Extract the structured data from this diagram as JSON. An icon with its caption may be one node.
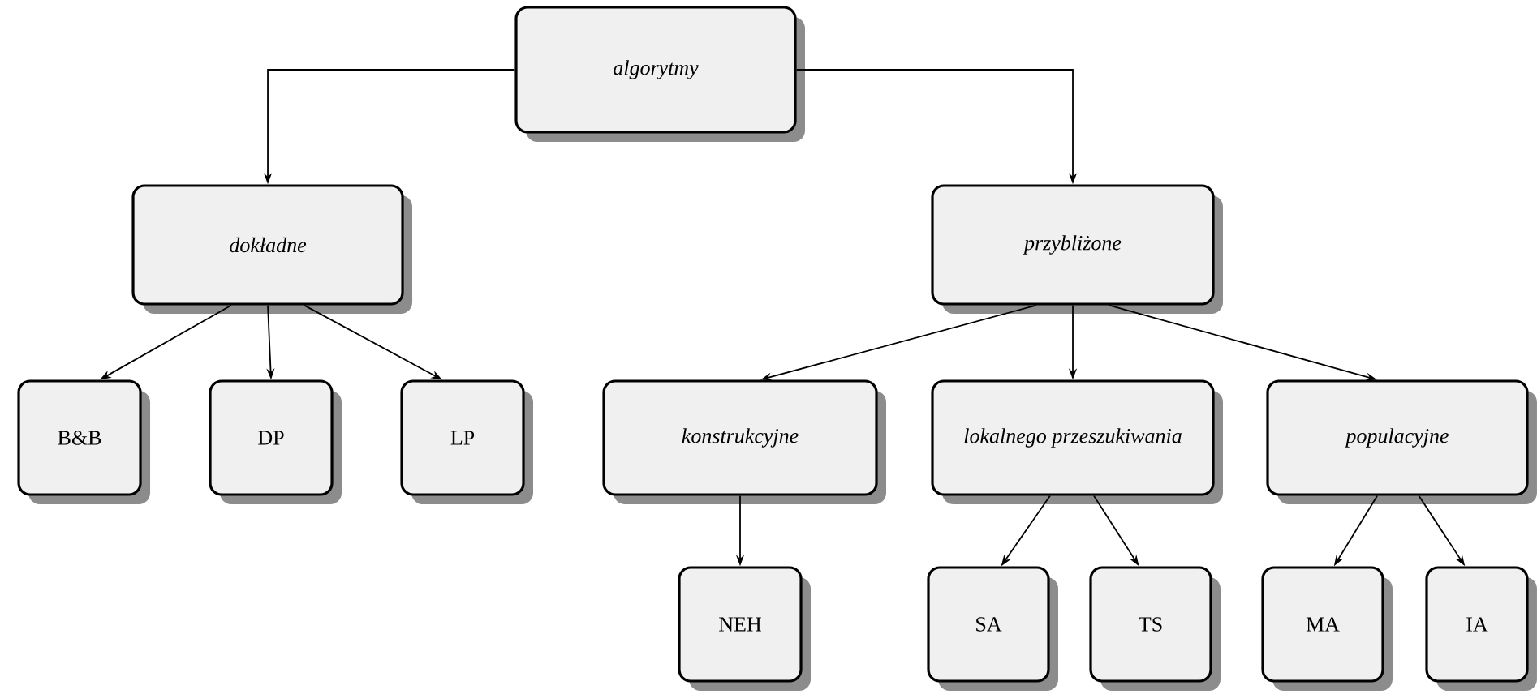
{
  "diagram": {
    "nodes": [
      {
        "text": [
          "algorytmy"
        ]
      },
      {
        "text": [
          "dokładne"
        ]
      },
      {
        "text": [
          "przybliżone"
        ]
      },
      {
        "text": [
          "B&B"
        ]
      },
      {
        "text": [
          "DP"
        ]
      },
      {
        "text": [
          "LP"
        ]
      },
      {
        "text": [
          "konstrukcyjne"
        ]
      },
      {
        "text": [
          "lokalnego przeszukiwania"
        ]
      },
      {
        "text": [
          "populacyjne"
        ]
      },
      {
        "text": [
          "NEH"
        ]
      },
      {
        "text": [
          "SA"
        ]
      },
      {
        "text": [
          "TS"
        ]
      },
      {
        "text": [
          "MA"
        ]
      },
      {
        "text": [
          "IA"
        ]
      }
    ],
    "edges": [
      {
        "from": 0,
        "to": 1,
        "arrow": "to"
      },
      {
        "from": 0,
        "to": 2,
        "arrow": "to"
      },
      {
        "from": 1,
        "to": 3,
        "arrow": "to"
      },
      {
        "from": 1,
        "to": 4,
        "arrow": "to"
      },
      {
        "from": 1,
        "to": 5,
        "arrow": "to"
      },
      {
        "from": 2,
        "to": 6,
        "arrow": "to"
      },
      {
        "from": 2,
        "to": 7,
        "arrow": "to"
      },
      {
        "from": 2,
        "to": 8,
        "arrow": "to"
      },
      {
        "from": 6,
        "to": 9,
        "arrow": "to"
      },
      {
        "from": 7,
        "to": 10,
        "arrow": "to"
      },
      {
        "from": 7,
        "to": 11,
        "arrow": "to"
      },
      {
        "from": 8,
        "to": 12,
        "arrow": "to"
      },
      {
        "from": 8,
        "to": 13,
        "arrow": "to"
      }
    ]
  }
}
